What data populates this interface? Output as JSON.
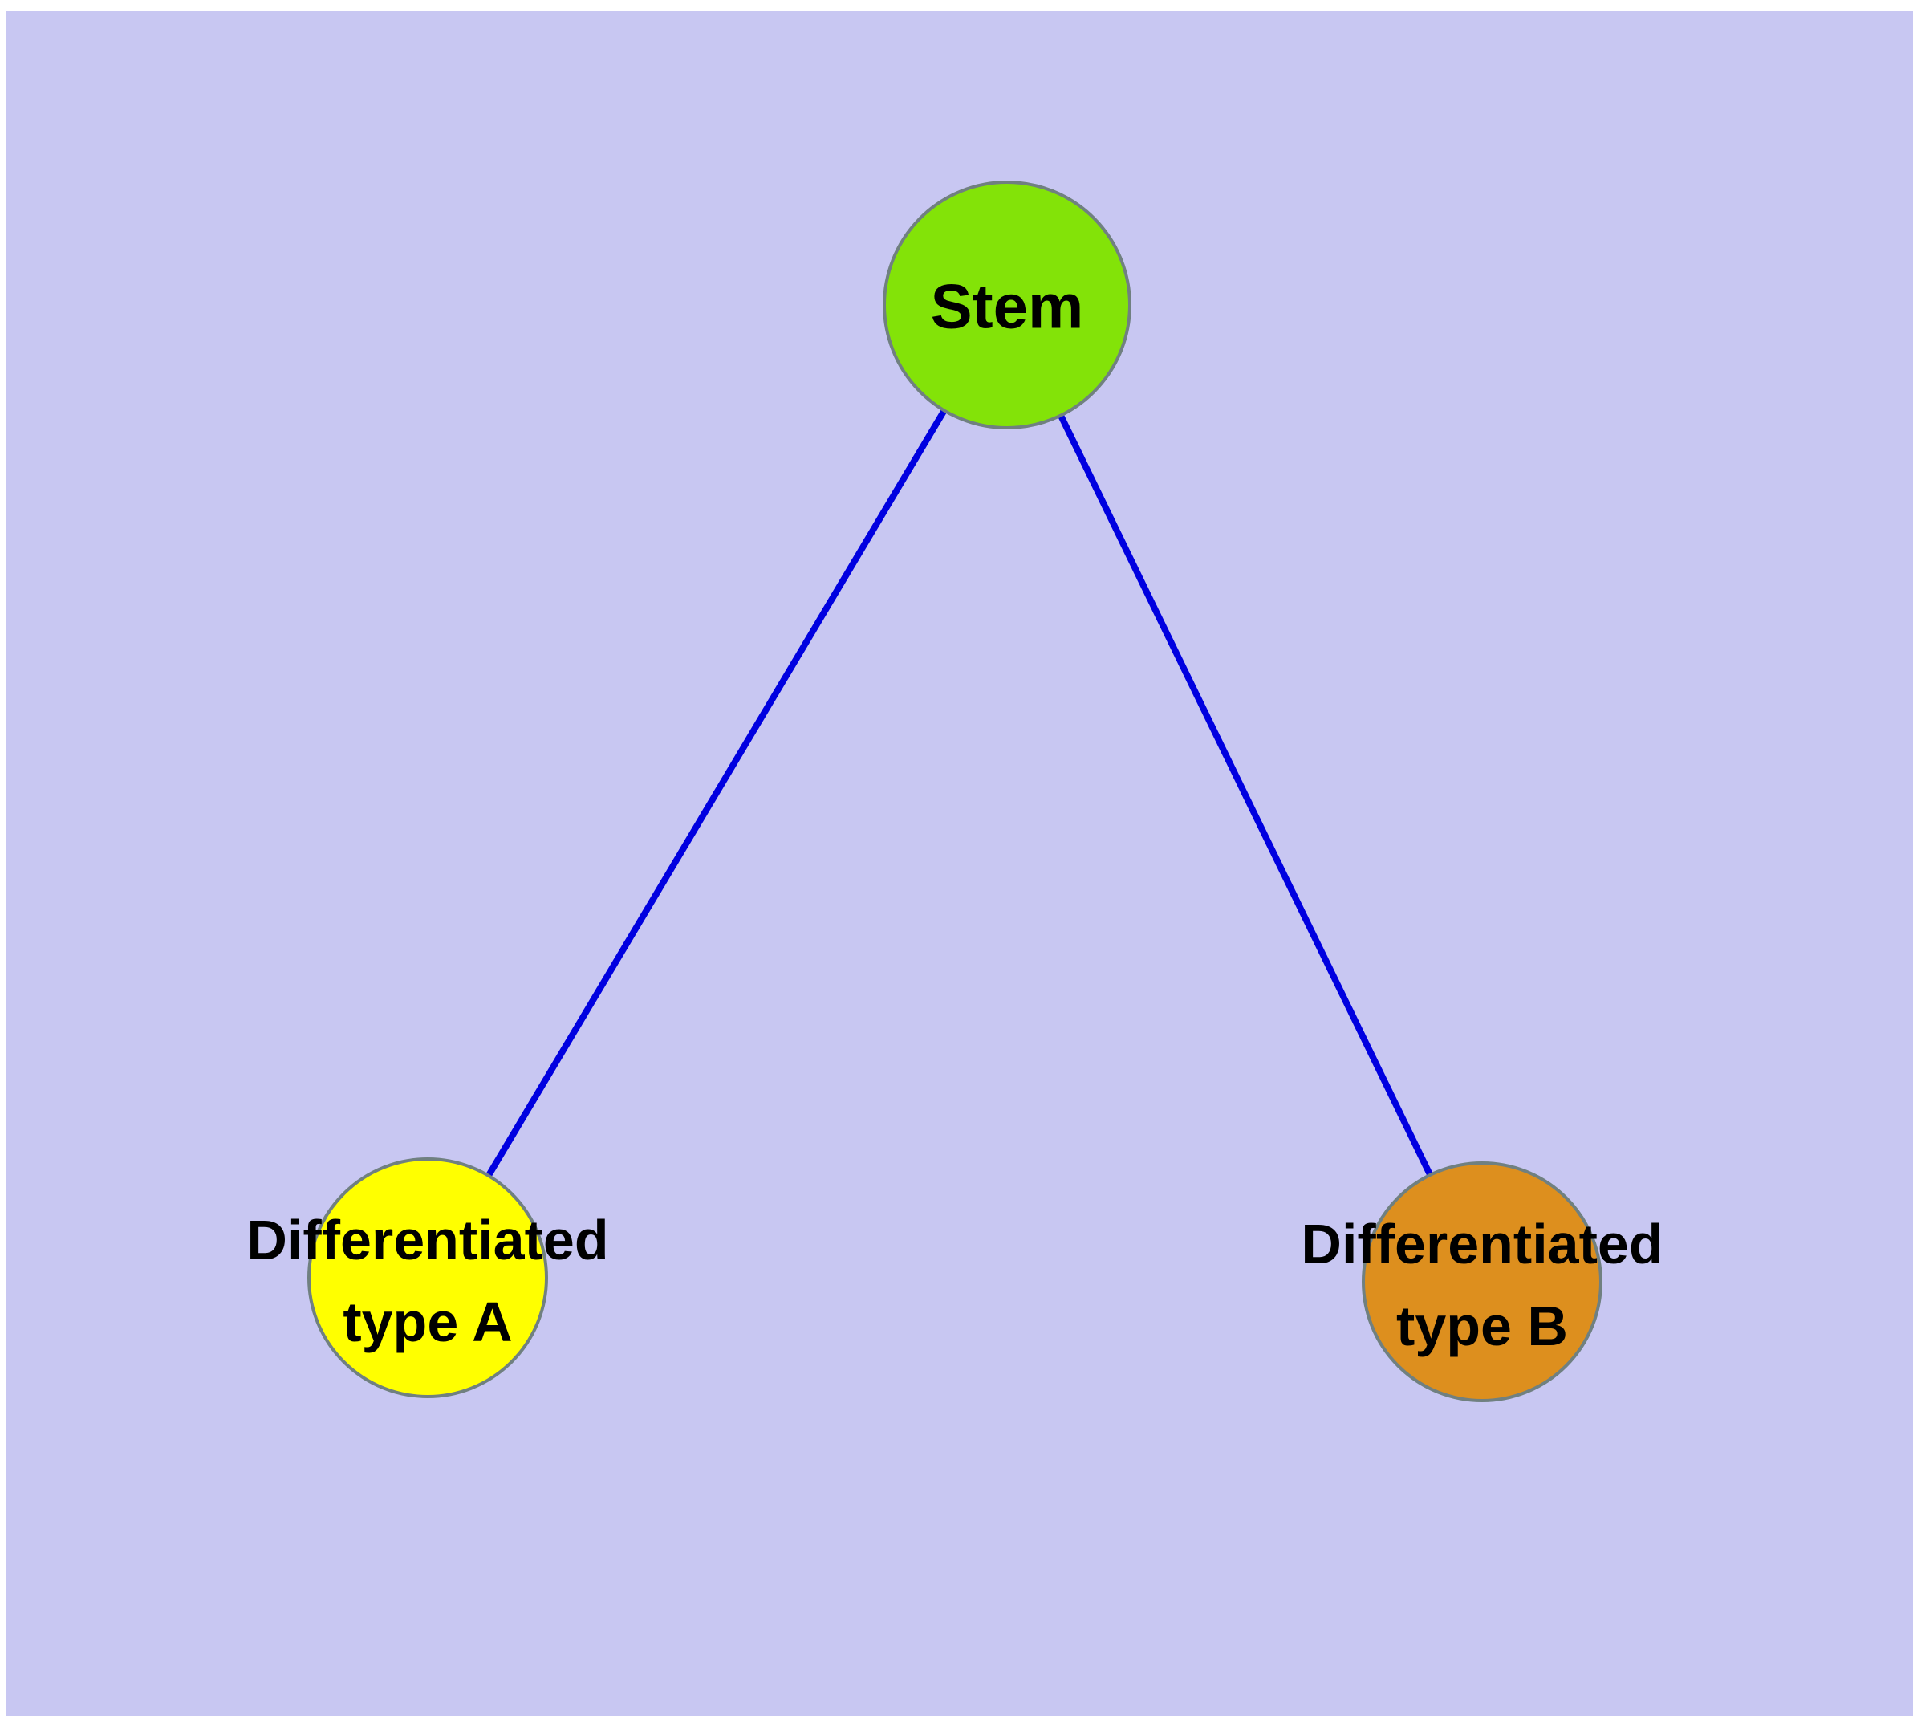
{
  "diagram": {
    "background": "#c8c7f2",
    "edge_color": "#0000e0",
    "node_border_color": "#708080",
    "text_color": "#000000",
    "nodes": [
      {
        "id": "stem",
        "label": "Stem",
        "fill": "#83e308"
      },
      {
        "id": "differentiated-type-a",
        "line1": "Differentiated",
        "line2": "type A",
        "fill": "#ffff00"
      },
      {
        "id": "differentiated-type-b",
        "line1": "Differentiated",
        "line2": "type B",
        "fill": "#dd8f1e"
      }
    ],
    "edges": [
      {
        "from": "stem",
        "to": "differentiated-type-a"
      },
      {
        "from": "stem",
        "to": "differentiated-type-b"
      }
    ]
  }
}
